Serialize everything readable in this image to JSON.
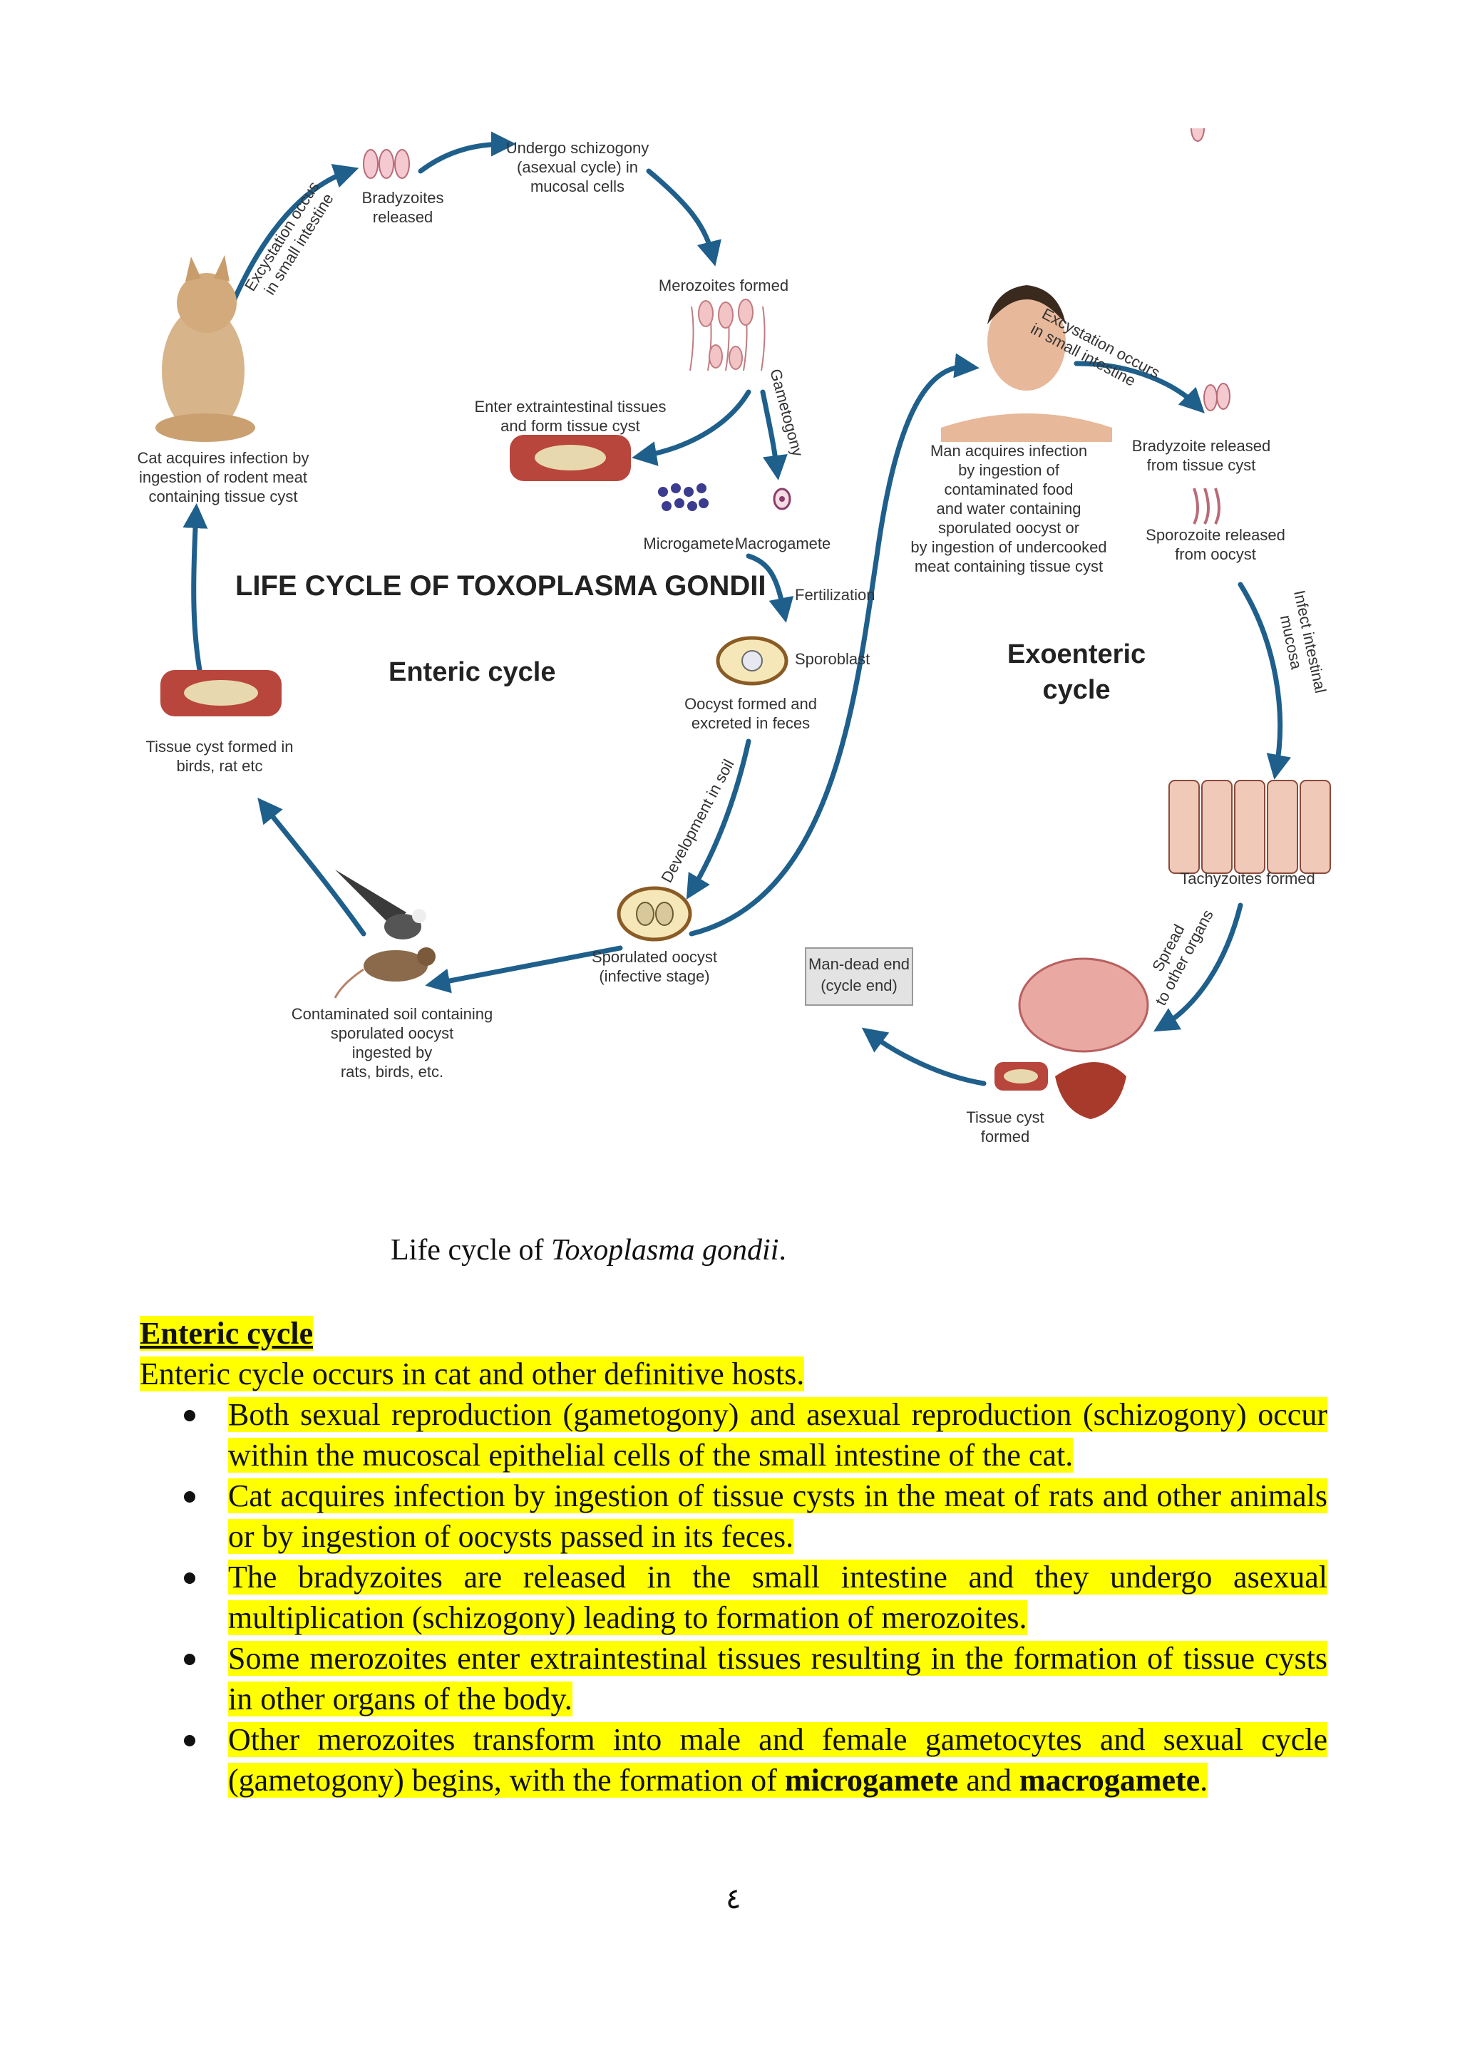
{
  "diagram": {
    "title": "LIFE CYCLE OF TOXOPLASMA GONDII",
    "enteric_label": "Enteric cycle",
    "exoenteric_label_1": "Exoenteric",
    "exoenteric_label_2": "cycle",
    "labels": {
      "undergo_schizogony": [
        "Undergo schizogony",
        "(asexual cycle) in",
        "mucosal cells"
      ],
      "bradyzoites_released": [
        "Bradyzoites",
        "released"
      ],
      "excystation_left": [
        "Excystation occus",
        "in small intestine"
      ],
      "merozoites_formed": "Merozoites formed",
      "gametogony": "Gametogony",
      "enter_extraintestinal": [
        "Enter extraintestinal tissues",
        "and form tissue cyst"
      ],
      "cat_acquires": [
        "Cat acquires infection by",
        "ingestion of rodent meat",
        "containing tissue cyst"
      ],
      "microgamete": "Microgamete",
      "macrogamete": "Macrogamete",
      "fertilization": "Fertilization",
      "sporoblast": "Sporoblast",
      "oocyst_formed": [
        "Oocyst formed and",
        "excreted in feces"
      ],
      "tissue_cyst_birds": [
        "Tissue cyst formed in",
        "birds, rat etc"
      ],
      "development_in_soil": "Development in soil",
      "sporulated_oocyst": [
        "Sporulated oocyst",
        "(infective stage)"
      ],
      "contaminated_soil": [
        "Contaminated soil containing",
        "sporulated oocyst",
        "ingested by",
        "rats, birds, etc."
      ],
      "man_acquires": [
        "Man acquires infection",
        "by ingestion of",
        "contaminated food",
        "and water containing",
        "sporulated oocyst or",
        "by ingestion of undercooked",
        "meat containing tissue cyst"
      ],
      "excystation_right": [
        "Excystation occurs",
        "in small intestine"
      ],
      "bradyzoite_released_cyst": [
        "Bradyzoite released",
        "from tissue cyst"
      ],
      "sporozoite_released": [
        "Sporozoite released",
        "from oocyst"
      ],
      "infect_intestinal": [
        "Infect intestinal",
        "mucosa"
      ],
      "tachyzoites_formed": "Tachyzoites formed",
      "spread_organs": [
        "Spread",
        "to other organs"
      ],
      "man_dead_end": [
        "Man-dead end",
        "(cycle end)"
      ],
      "tissue_cyst_formed": [
        "Tissue cyst",
        "formed"
      ]
    }
  },
  "caption": {
    "prefix": "Life cycle of ",
    "species": "Toxoplasma gondii",
    "suffix": "."
  },
  "section": {
    "heading": "Enteric cycle",
    "intro": "Enteric cycle occurs in cat and other definitive hosts.",
    "bullets": [
      "Both sexual reproduction (gametogony) and asexual reproduction (schizogony) occur within the mucoscal epithelial cells of the small intestine of the cat.",
      "Cat acquires infection by ingestion of tissue cysts in the meat of rats and other animals or by ingestion of oocysts passed in its feces.",
      "The bradyzoites are released in the small intestine and they undergo asexual multiplication (schizogony) leading to formation of merozoites.",
      "Some merozoites enter extraintestinal tissues resulting in the formation of tissue cysts in other organs of the body."
    ],
    "last_bullet": {
      "text": "Other merozoites transform into male and female gametocytes and sexual cycle (gametogony) begins, with the formation of ",
      "bold1": "microgamete",
      "middle": " and ",
      "bold2": "macrogamete",
      "end": "."
    }
  },
  "page_number": "٤",
  "colors": {
    "arrow": "#1f5f8b",
    "highlight": "#ffff00",
    "tissue": "#b8463c"
  }
}
